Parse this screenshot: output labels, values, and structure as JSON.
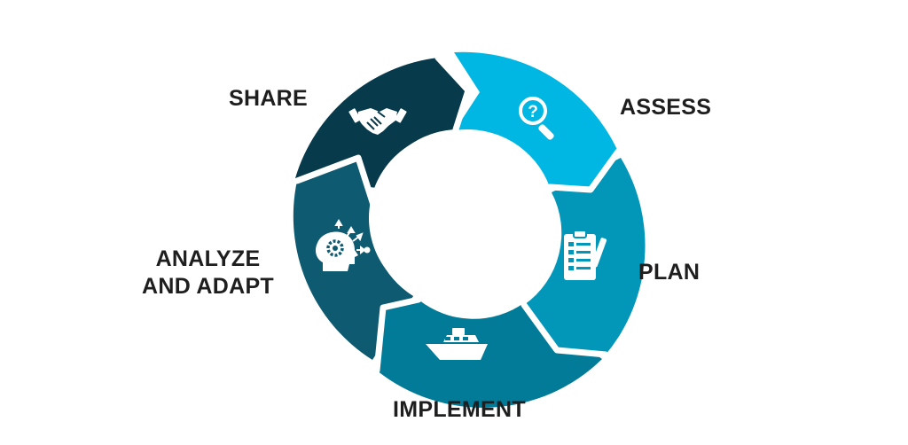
{
  "diagram": {
    "stages": [
      {
        "key": "share",
        "label": "SHARE",
        "color": "#073b4c",
        "icon": "handshake-icon"
      },
      {
        "key": "assess",
        "label": "ASSESS",
        "color": "#00b7e3",
        "icon": "magnifier-question-icon"
      },
      {
        "key": "plan",
        "label": "PLAN",
        "color": "#0296b9",
        "icon": "clipboard-checklist-icon"
      },
      {
        "key": "implement",
        "label": "IMPLEMENT",
        "color": "#027b99",
        "icon": "boat-icon"
      },
      {
        "key": "analyze",
        "label_line1": "ANALYZE",
        "label_line2": "AND ADAPT",
        "color": "#0d5a71",
        "icon": "head-gear-icon"
      }
    ]
  }
}
